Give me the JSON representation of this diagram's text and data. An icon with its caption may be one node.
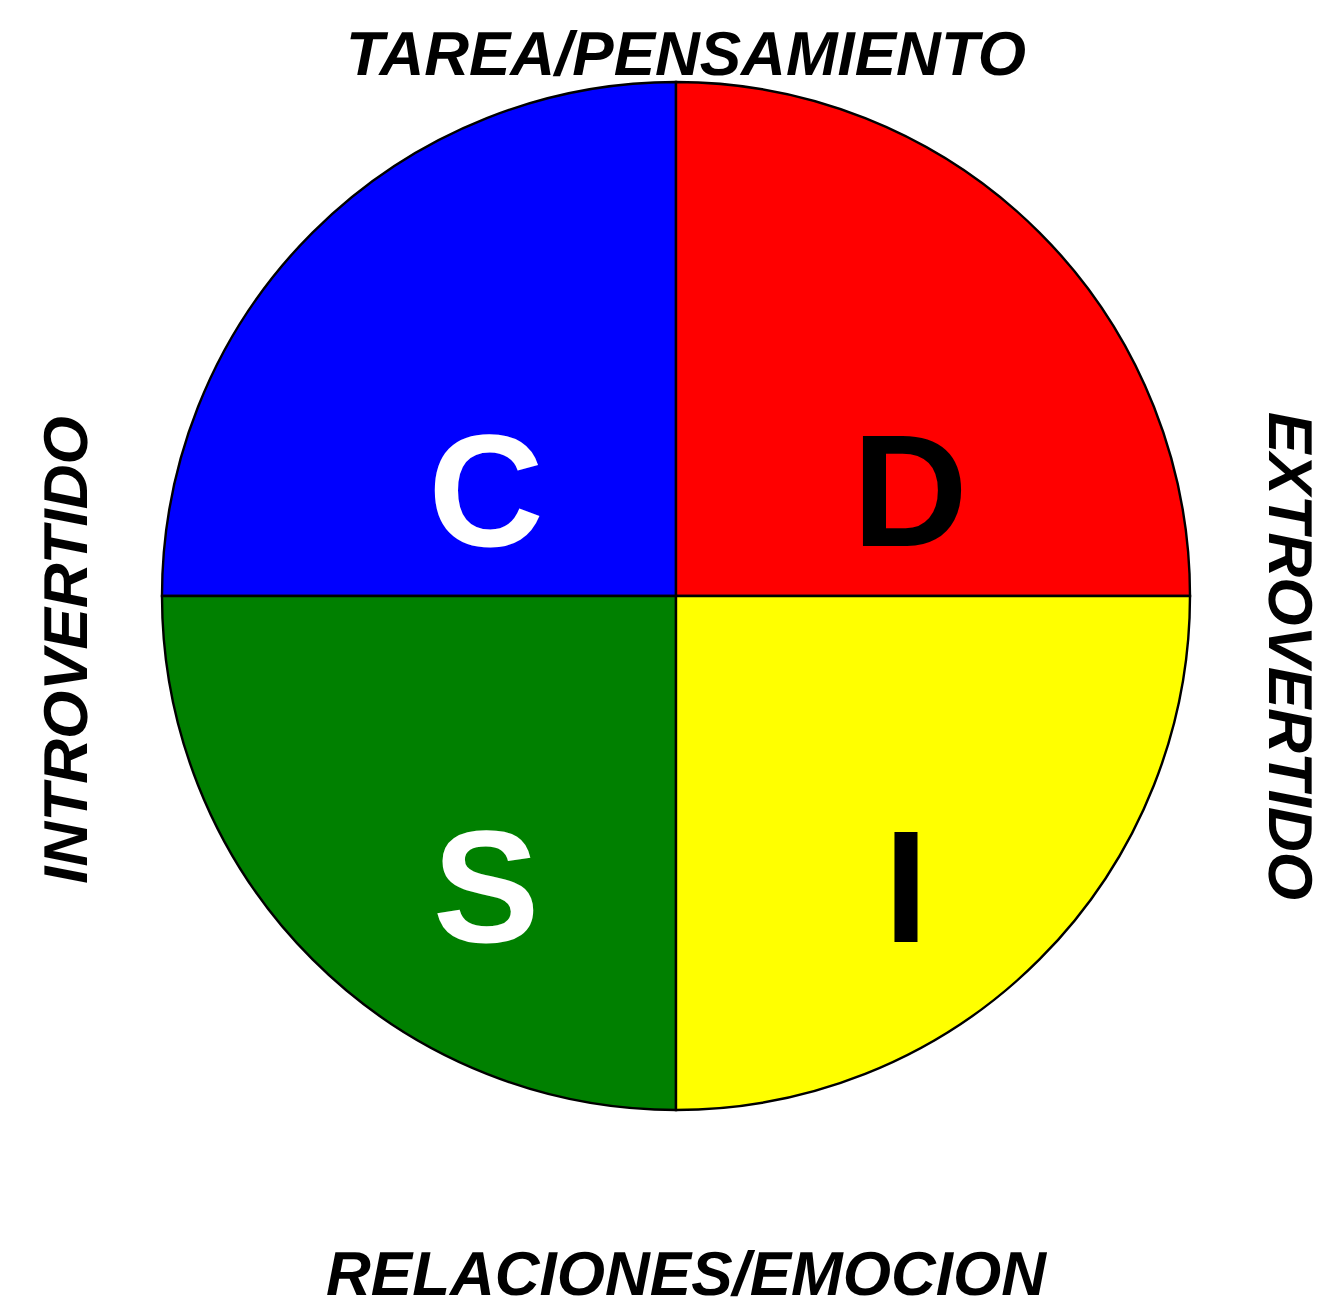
{
  "diagram": {
    "nodes": [
      {
        "text": [
          "C"
        ]
      },
      {
        "text": [
          "D"
        ]
      },
      {
        "text": [
          "S"
        ]
      },
      {
        "text": [
          "I"
        ]
      }
    ],
    "labels": [
      "TAREA/PENSAMIENTO",
      "INTROVERTIDO",
      "EXTROVERTIDO",
      "RELACIONES/EMOCION"
    ]
  }
}
